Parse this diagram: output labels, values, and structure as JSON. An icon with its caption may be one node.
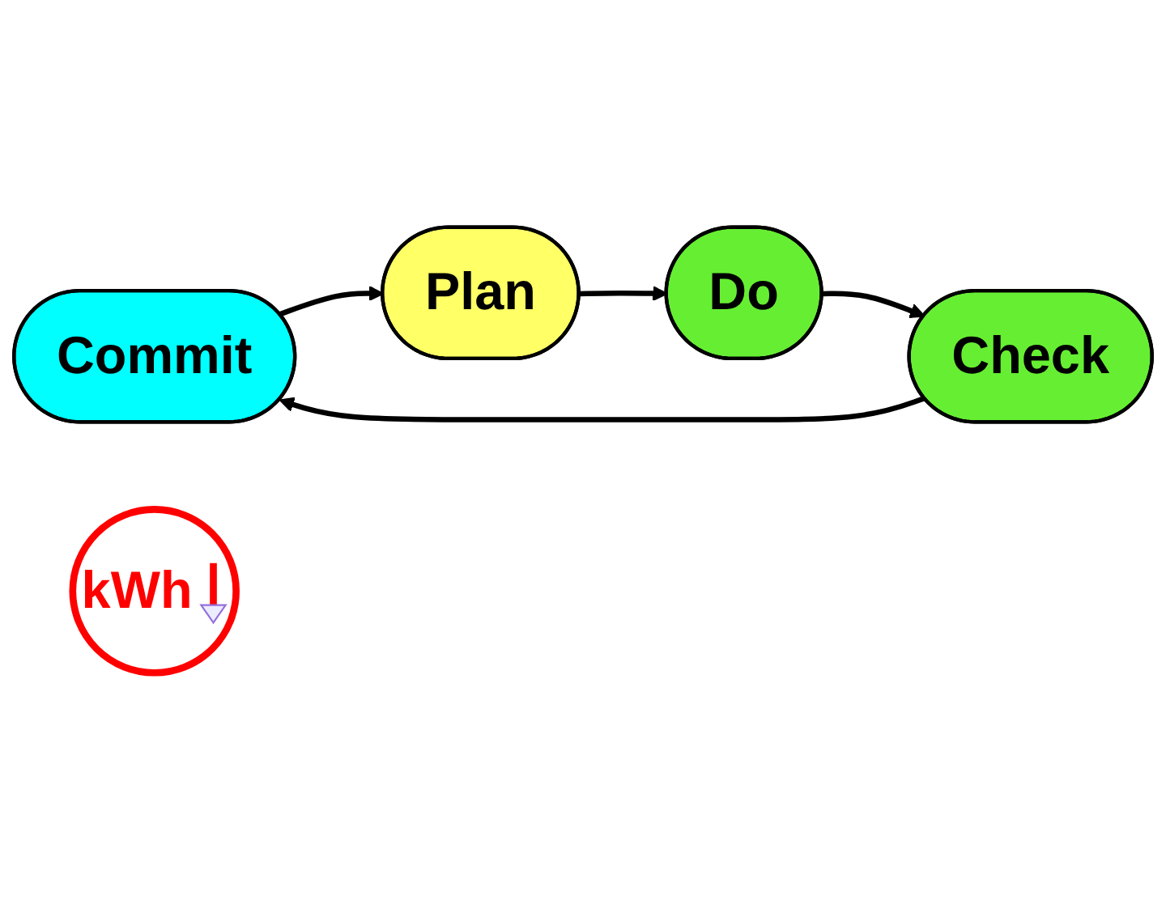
{
  "diagram": {
    "nodes": [
      {
        "text": [
          "Commit"
        ]
      },
      {
        "text": [
          "Plan"
        ]
      },
      {
        "text": [
          "Do"
        ]
      },
      {
        "text": [
          "Check"
        ]
      },
      {
        "text": [
          "kWh"
        ]
      }
    ],
    "edges": [
      {
        "from": 0,
        "to": 1,
        "arrow": "to"
      },
      {
        "from": 1,
        "to": 2,
        "arrow": "to"
      },
      {
        "from": 2,
        "to": 3,
        "arrow": "to"
      },
      {
        "from": 3,
        "to": 0,
        "arrow": "to"
      }
    ]
  }
}
